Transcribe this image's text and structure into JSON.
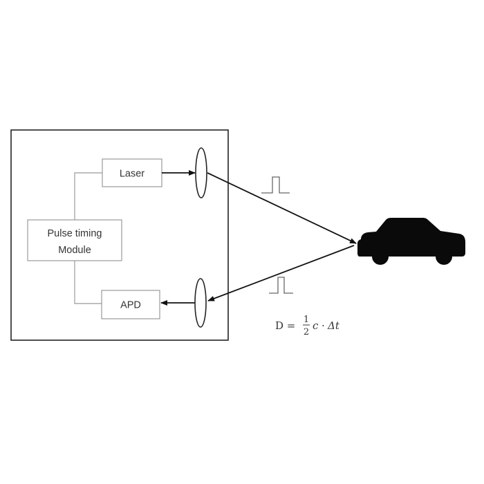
{
  "diagram": {
    "pulse_timing_module": {
      "line1": "Pulse timing",
      "line2": "Module"
    },
    "laser_label": "Laser",
    "apd_label": "APD",
    "formula": {
      "lhs": "D =",
      "numerator": "1",
      "denominator": "2",
      "speed_symbol": "c",
      "dot": "·",
      "delta_t": "Δt"
    },
    "icons": {
      "transmit_lens": "ellipse-lens-icon",
      "receive_lens": "ellipse-lens-icon",
      "target_vehicle": "car-silhouette-icon",
      "outgoing_pulse": "square-pulse-icon",
      "return_pulse": "square-pulse-icon"
    }
  }
}
